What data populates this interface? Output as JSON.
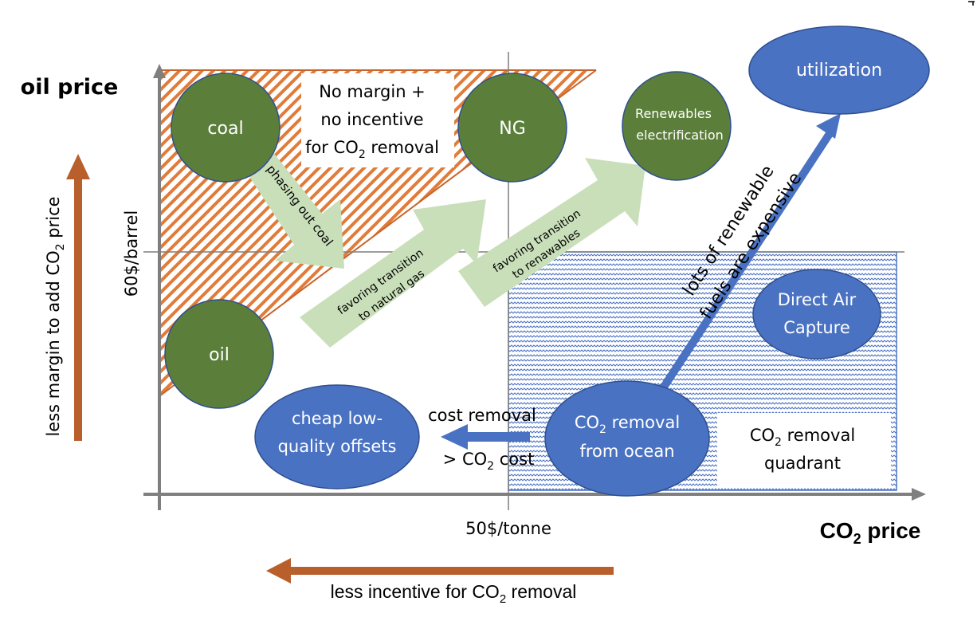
{
  "axes": {
    "y_title": "oil price",
    "x_title_main": "CO",
    "x_title_sub": "2",
    "x_title_rest": " price",
    "y_tick": "60$/barrel",
    "x_tick": "50$/tonne"
  },
  "side_arrows": {
    "left": {
      "text_pre": "less margin to add CO",
      "text_sub": "2",
      "text_post": " price",
      "color": "#b85f2c"
    },
    "bottom": {
      "text_pre": "less incentive for CO",
      "text_sub": "2",
      "text_post": " removal",
      "color": "#b85f2c"
    }
  },
  "regions": {
    "no_margin": {
      "line1": "No margin +",
      "line2": "no incentive",
      "line3_pre": "for CO",
      "line3_sub": "2",
      "line3_post": " removal",
      "color": "#e07b39"
    },
    "removal_quadrant": {
      "line1_pre": "CO",
      "line1_sub": "2",
      "line1_post": " removal",
      "line2": "quadrant",
      "color": "#4472c4"
    }
  },
  "nodes": {
    "coal": {
      "label": "coal",
      "color": "#5b7f3a"
    },
    "ng": {
      "label": "NG",
      "color": "#5b7f3a"
    },
    "oil": {
      "label": "oil",
      "color": "#5b7f3a"
    },
    "renewables": {
      "line1": "Renewables",
      "line2": "electrification",
      "color": "#5b7f3a"
    },
    "utilization": {
      "label": "utilization",
      "color": "#4a72c2"
    },
    "dac": {
      "line1": "Direct Air",
      "line2": "Capture",
      "color": "#4a72c2"
    },
    "offsets": {
      "line1": "cheap low-",
      "line2": "quality offsets",
      "color": "#4a72c2"
    },
    "ocean": {
      "line1_pre": "CO",
      "line1_sub": "2",
      "line1_post": " removal",
      "line2": "from ocean",
      "color": "#4a72c2"
    }
  },
  "transitions": {
    "phasing_out": {
      "label": "phasing out coal",
      "color": "#c9dfb9"
    },
    "to_gas": {
      "line1": "favoring transition",
      "line2": "to natural gas",
      "color": "#c9dfb9"
    },
    "to_renew": {
      "line1": "favoring transition",
      "line2": "to renawables",
      "color": "#c9dfb9"
    },
    "renewable_fuels": {
      "line1": "lots of renewable",
      "line2": "fuels are expensive",
      "color": "#4a72c2"
    },
    "offset_arrow": {
      "line1": "cost removal",
      "line2_pre": "> CO",
      "line2_sub": "2",
      "line2_post": " cost",
      "color": "#4a72c2"
    }
  }
}
